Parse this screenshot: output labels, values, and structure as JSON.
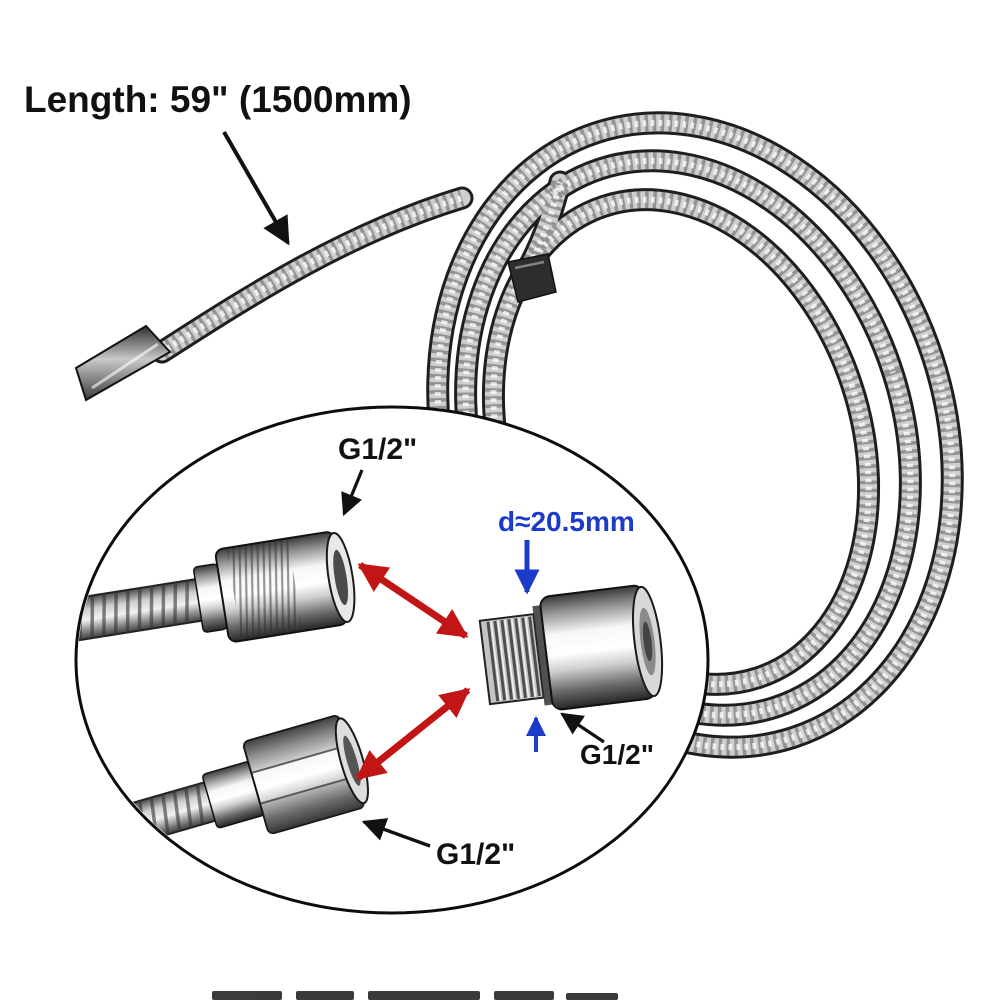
{
  "annotations": {
    "length_label": "Length: 59\" (1500mm)",
    "diameter_label": "d≈20.5mm",
    "thread_top_label": "G1/2\"",
    "thread_bottom_label": "G1/2\"",
    "thread_adapter_label": "G1/2\""
  },
  "colors": {
    "label_text": "#111111",
    "diameter_blue": "#1c3bc8",
    "compare_arrow_red": "#c21616",
    "background": "#ffffff"
  },
  "illustration": {
    "type": "annotated-product-diagram",
    "parts": [
      "flexible-hose-coil",
      "hose-end-tip",
      "short-hose-end-fitting",
      "magnifier-inset-ellipse",
      "female-straight-nut-connector",
      "female-hex-nut-connector",
      "male-adapter-fitting"
    ]
  }
}
